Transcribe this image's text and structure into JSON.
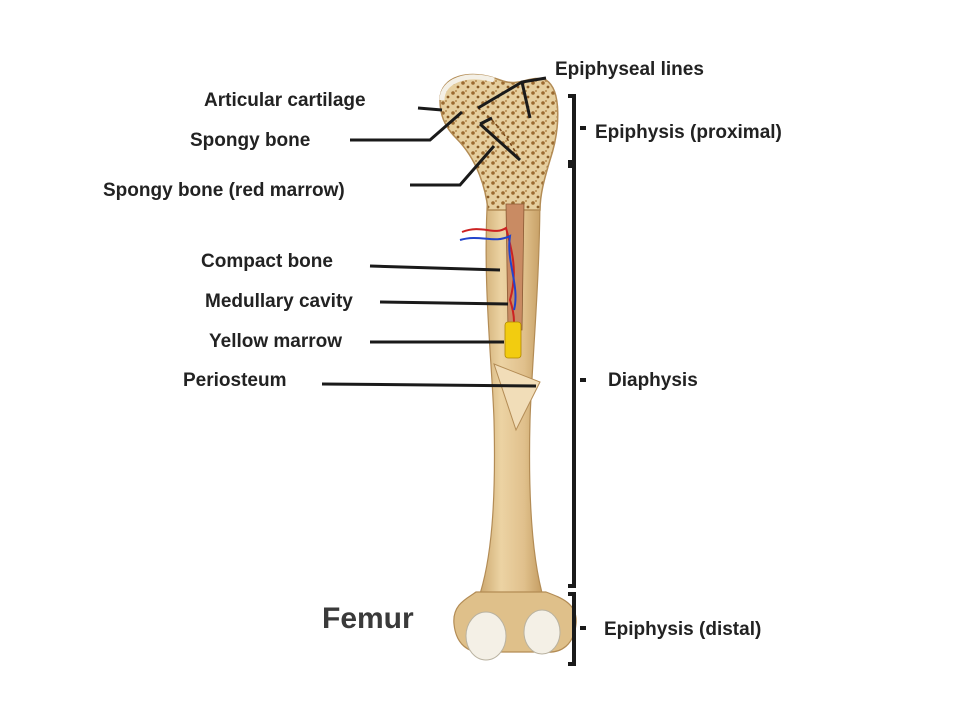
{
  "diagram": {
    "title": "Femur",
    "labels": {
      "epiphyseal_lines": "Epiphyseal lines",
      "articular_cartilage": "Articular cartilage",
      "spongy_bone": "Spongy bone",
      "spongy_bone_red_marrow": "Spongy bone (red marrow)",
      "compact_bone": "Compact bone",
      "medullary_cavity": "Medullary cavity",
      "yellow_marrow": "Yellow marrow",
      "periosteum": "Periosteum",
      "epiphysis_proximal": "Epiphysis (proximal)",
      "diaphysis": "Diaphysis",
      "epiphysis_distal": "Epiphysis (distal)"
    },
    "colors": {
      "bone": "#e2c492",
      "bone_outline": "#b38c55",
      "spongy": "#c99a5a",
      "marrow_red": "#cc2222",
      "vessel_blue": "#2244cc",
      "yellow_marrow": "#f2cc10",
      "cartilage": "#f4f0e6",
      "leader": "#1a1a1a"
    }
  }
}
